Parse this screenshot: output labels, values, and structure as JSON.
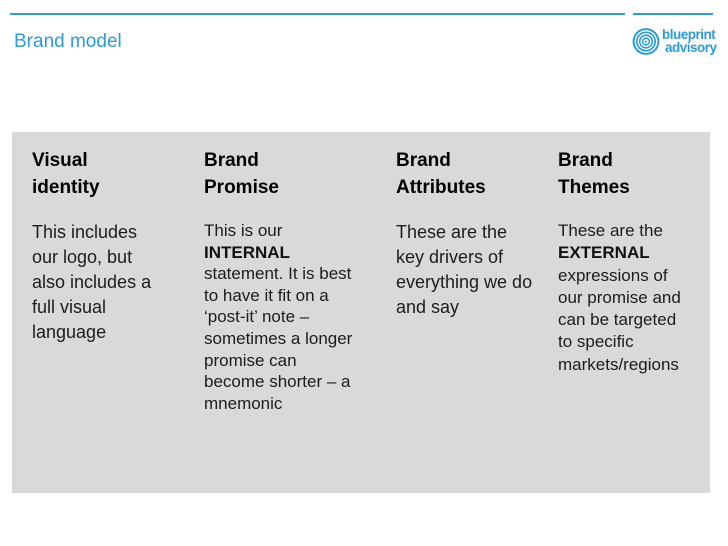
{
  "slide": {
    "title": "Brand model",
    "accent_color": "#2E9BD6",
    "panel_color": "#D9D9D9",
    "text_color": "#1c1c1c"
  },
  "logo": {
    "line1": "blueprint",
    "line2": "advisory",
    "icon": "concentric-circles-icon",
    "color": "#2E9BD6"
  },
  "columns": [
    {
      "header": "Visual\nidentity",
      "body_pre": "This includes\nour logo, but\nalso includes a\nfull visual\nlanguage",
      "body_bold": "",
      "body_post": ""
    },
    {
      "header": "Brand\nPromise",
      "body_pre": "This is our\n",
      "body_bold": "INTERNAL",
      "body_post": "\nstatement. It is best\nto have it fit on a\n‘post-it’ note –\nsometimes a longer\npromise can\nbecome shorter – a\nmnemonic"
    },
    {
      "header": "Brand\nAttributes",
      "body_pre": "These are the\nkey drivers of\neverything we do\nand say",
      "body_bold": "",
      "body_post": ""
    },
    {
      "header": "Brand\nThemes",
      "body_pre": "These are the\n",
      "body_bold": "EXTERNAL",
      "body_post": "\nexpressions of\nour promise and\ncan be targeted\nto specific\nmarkets/regions"
    }
  ]
}
